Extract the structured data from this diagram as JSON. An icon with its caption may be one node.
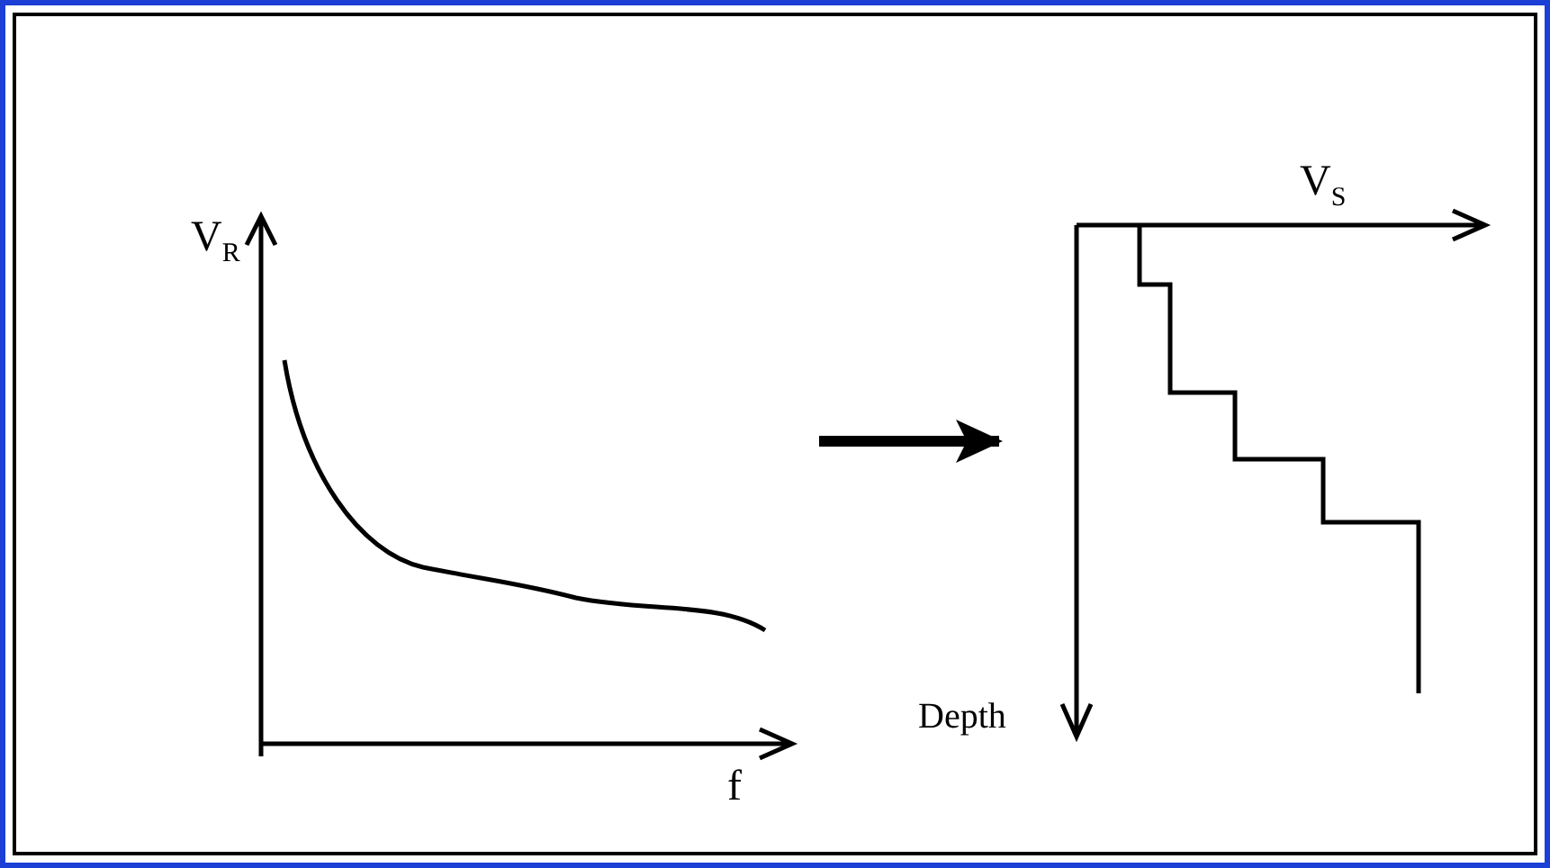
{
  "diagram": {
    "nodes": [
      {
        "text": [],
        "shape": "picture"
      },
      {
        "text": [],
        "shape": "picture"
      }
    ],
    "edges": [
      {
        "from": 0,
        "to": 1,
        "arrow": "to"
      }
    ],
    "labels": [
      "V$_{R}$",
      "f",
      "V$_{S}$",
      "Depth"
    ]
  }
}
